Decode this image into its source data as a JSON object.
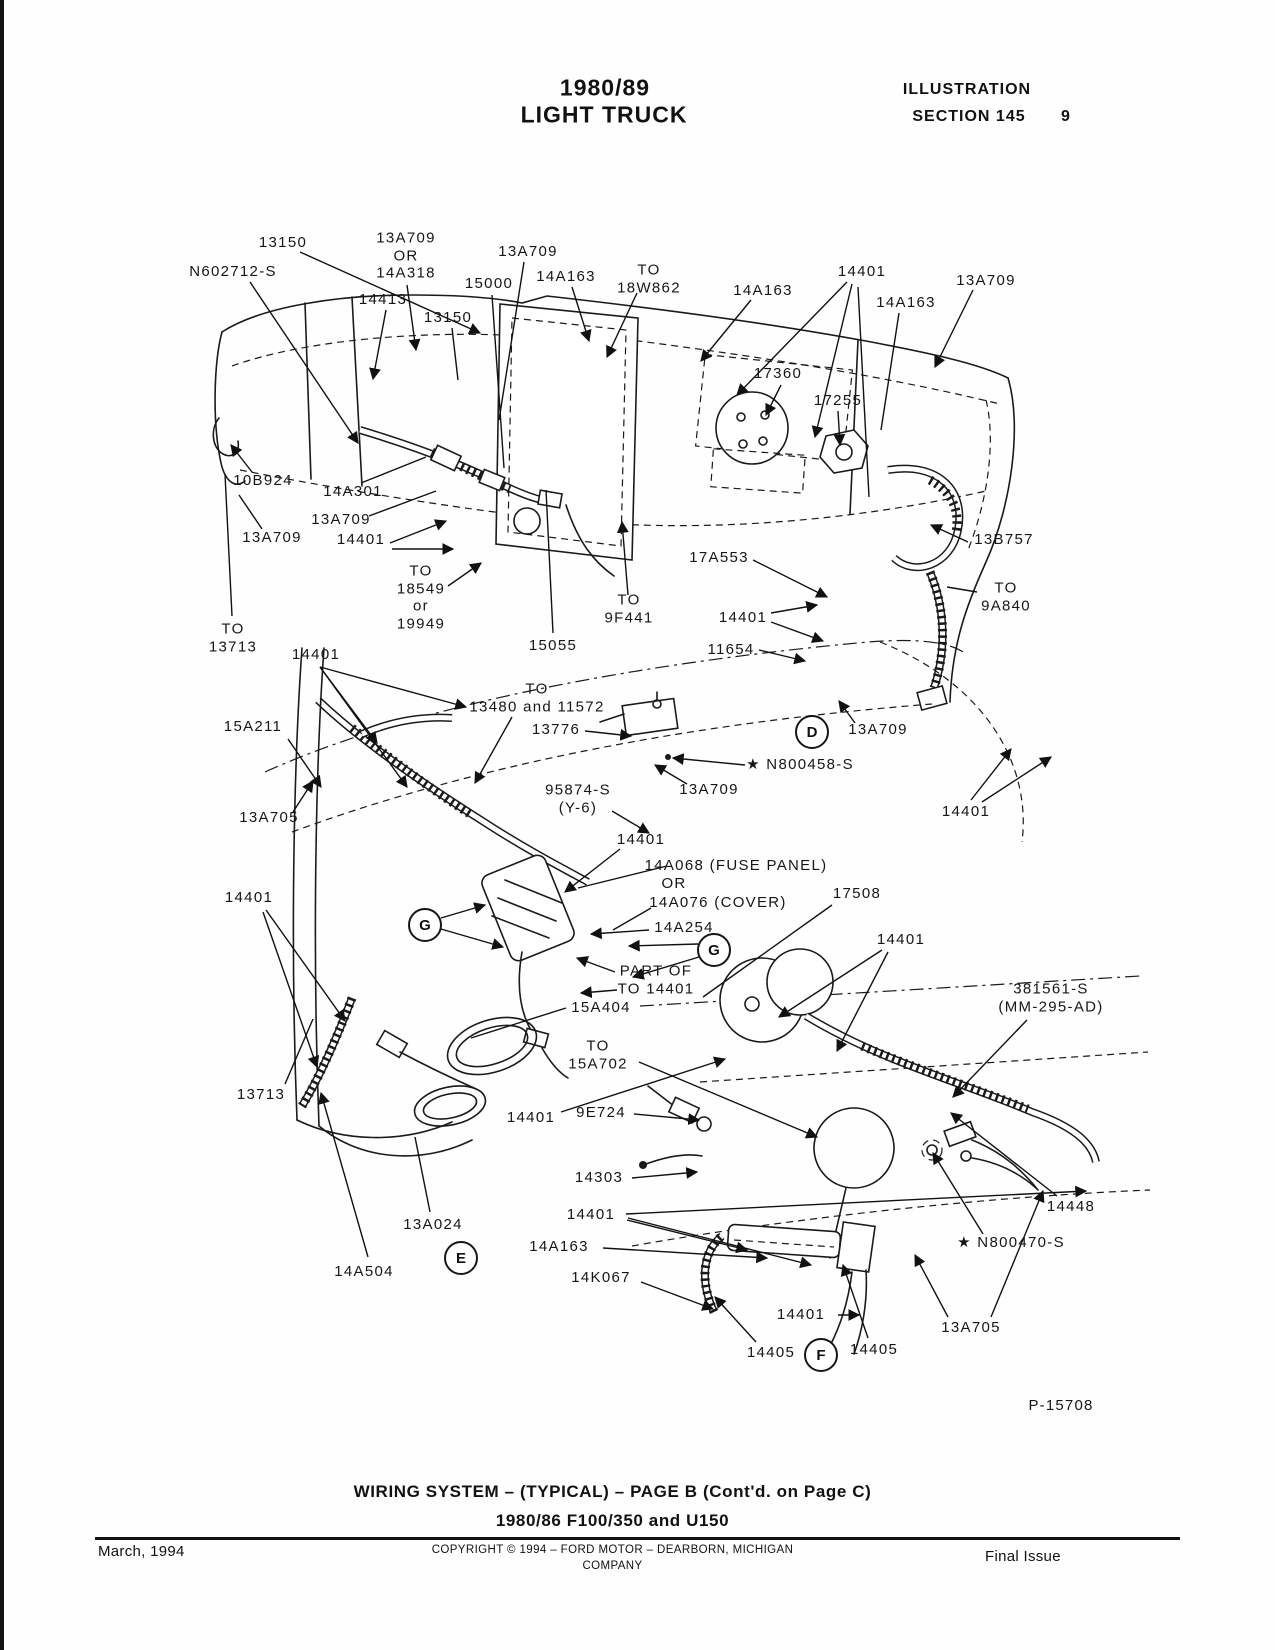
{
  "page": {
    "header": {
      "title_line1": "1980/89",
      "title_line2": "LIGHT TRUCK",
      "right_line1": "ILLUSTRATION",
      "right_line2": "SECTION 145",
      "page_number": "9"
    },
    "caption": {
      "line1": "WIRING SYSTEM – (TYPICAL) – PAGE B (Cont'd. on Page C)",
      "line2": "1980/86 F100/350 and U150"
    },
    "figure_number": "P-15708",
    "footer": {
      "left": "March, 1994",
      "center_line1": "COPYRIGHT © 1994 – FORD MOTOR – DEARBORN, MICHIGAN",
      "center_line2": "COMPANY",
      "right": "Final Issue"
    }
  },
  "callouts": [
    "13150",
    "13A709\nOR\n14A318",
    "13A709",
    "N602712-S",
    "15000",
    "14A163",
    "TO\n18W862",
    "14A163",
    "14401",
    "13A709",
    "14A163",
    "14413",
    "13150",
    "17360",
    "17255",
    "10B924",
    "14A301",
    "13A709",
    "13A709",
    "14401",
    "TO\n18549\nor\n19949",
    "TO\n9F441",
    "15055",
    "17A553",
    "13B757",
    "TO\n9A840",
    "14401",
    "11654",
    "TO\n13713",
    "14401",
    "15A211",
    "TO\n13480 and 11572",
    "13776",
    "13A709",
    "★ N800458-S",
    "13A709",
    "95874-S\n(Y-6)",
    "13A705",
    "14401",
    "14401",
    "14A068 (FUSE PANEL)",
    "OR",
    "14A076 (COVER)",
    "17508",
    "14A254",
    "14401",
    "14401",
    "PART OF\nTO 14401",
    "15A404",
    "381561-S\n(MM-295-AD)",
    "TO\n15A702",
    "9E724",
    "14401",
    "13713",
    "14303",
    "14401",
    "14A163",
    "14K067",
    "13A024",
    "14A504",
    "14448",
    "★ N800470-S",
    "14401",
    "13A705",
    "14405",
    "14405"
  ],
  "detail_circles": [
    "D",
    "G",
    "G",
    "E",
    "F"
  ]
}
